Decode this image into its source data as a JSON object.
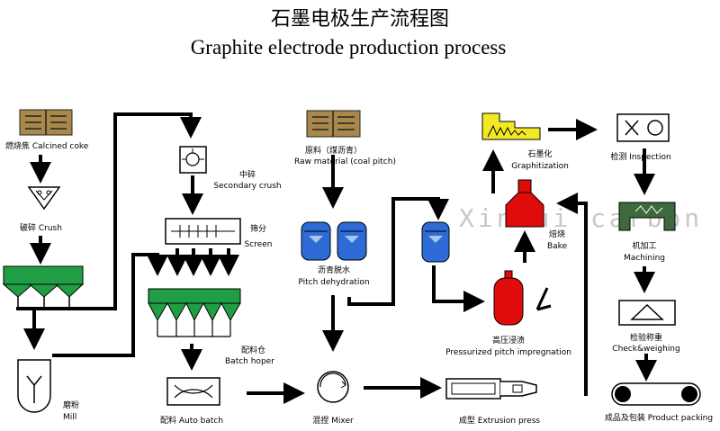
{
  "title": {
    "zh": "石墨电极生产流程图",
    "en": "Graphite electrode production process"
  },
  "watermark": "Xinhui carbon",
  "colors": {
    "coke_box": "#a8894b",
    "silo_green": "#1f9e45",
    "tank_blue": "#2d6bd6",
    "furnace_red": "#e00b0b",
    "graphitization_yellow": "#f2e826",
    "machining_green": "#3c6a3c"
  },
  "icons": [
    "calcined-coke-box-icon",
    "crusher-icon",
    "silo-icon",
    "mill-icon",
    "secondary-crusher-icon",
    "screen-icon",
    "batch-hopper-icon",
    "auto-batch-icon",
    "raw-material-box-icon",
    "pitch-tank-icon",
    "mixer-icon",
    "extrusion-press-icon",
    "impregnation-vessel-icon",
    "bake-furnace-icon",
    "graphitization-furnace-icon",
    "inspection-icon",
    "machining-icon",
    "weighing-icon",
    "conveyor-icon"
  ],
  "steps": {
    "calcined_coke": "燃烧焦 Calcined coke",
    "crush": "破碎 Crush",
    "mill_zh": "磨粉",
    "mill_en": "Mill",
    "secondary_crush_zh": "中碎",
    "secondary_crush_en": "Secondary crush",
    "screen_zh": "筛分",
    "screen_en": "Screen",
    "batch_hoper_zh": "配料仓",
    "batch_hoper_en": "Batch hoper",
    "auto_batch": "配料 Auto batch",
    "raw_material_zh": "原料（煤沥青）",
    "raw_material_en": "Raw material (coal pitch)",
    "pitch_dehydration_zh": "沥青脱水",
    "pitch_dehydration_en": "Pitch dehydration",
    "mixer": "混捏 Mixer",
    "extrusion_press": "成型 Extrusion press",
    "impregnation_zh": "高压浸渍",
    "impregnation_en": "Pressurized pitch impregnation",
    "bake_zh": "焙烧",
    "bake_en": "Bake",
    "graphitization_zh": "石墨化",
    "graphitization_en": "Graphitization",
    "inspection": "检测 Inspection",
    "machining_zh": "机加工",
    "machining_en": "Machining",
    "check_weighing_zh": "检验称重",
    "check_weighing_en": "Check&weighing",
    "product_packing": "成品及包装 Product packing"
  }
}
